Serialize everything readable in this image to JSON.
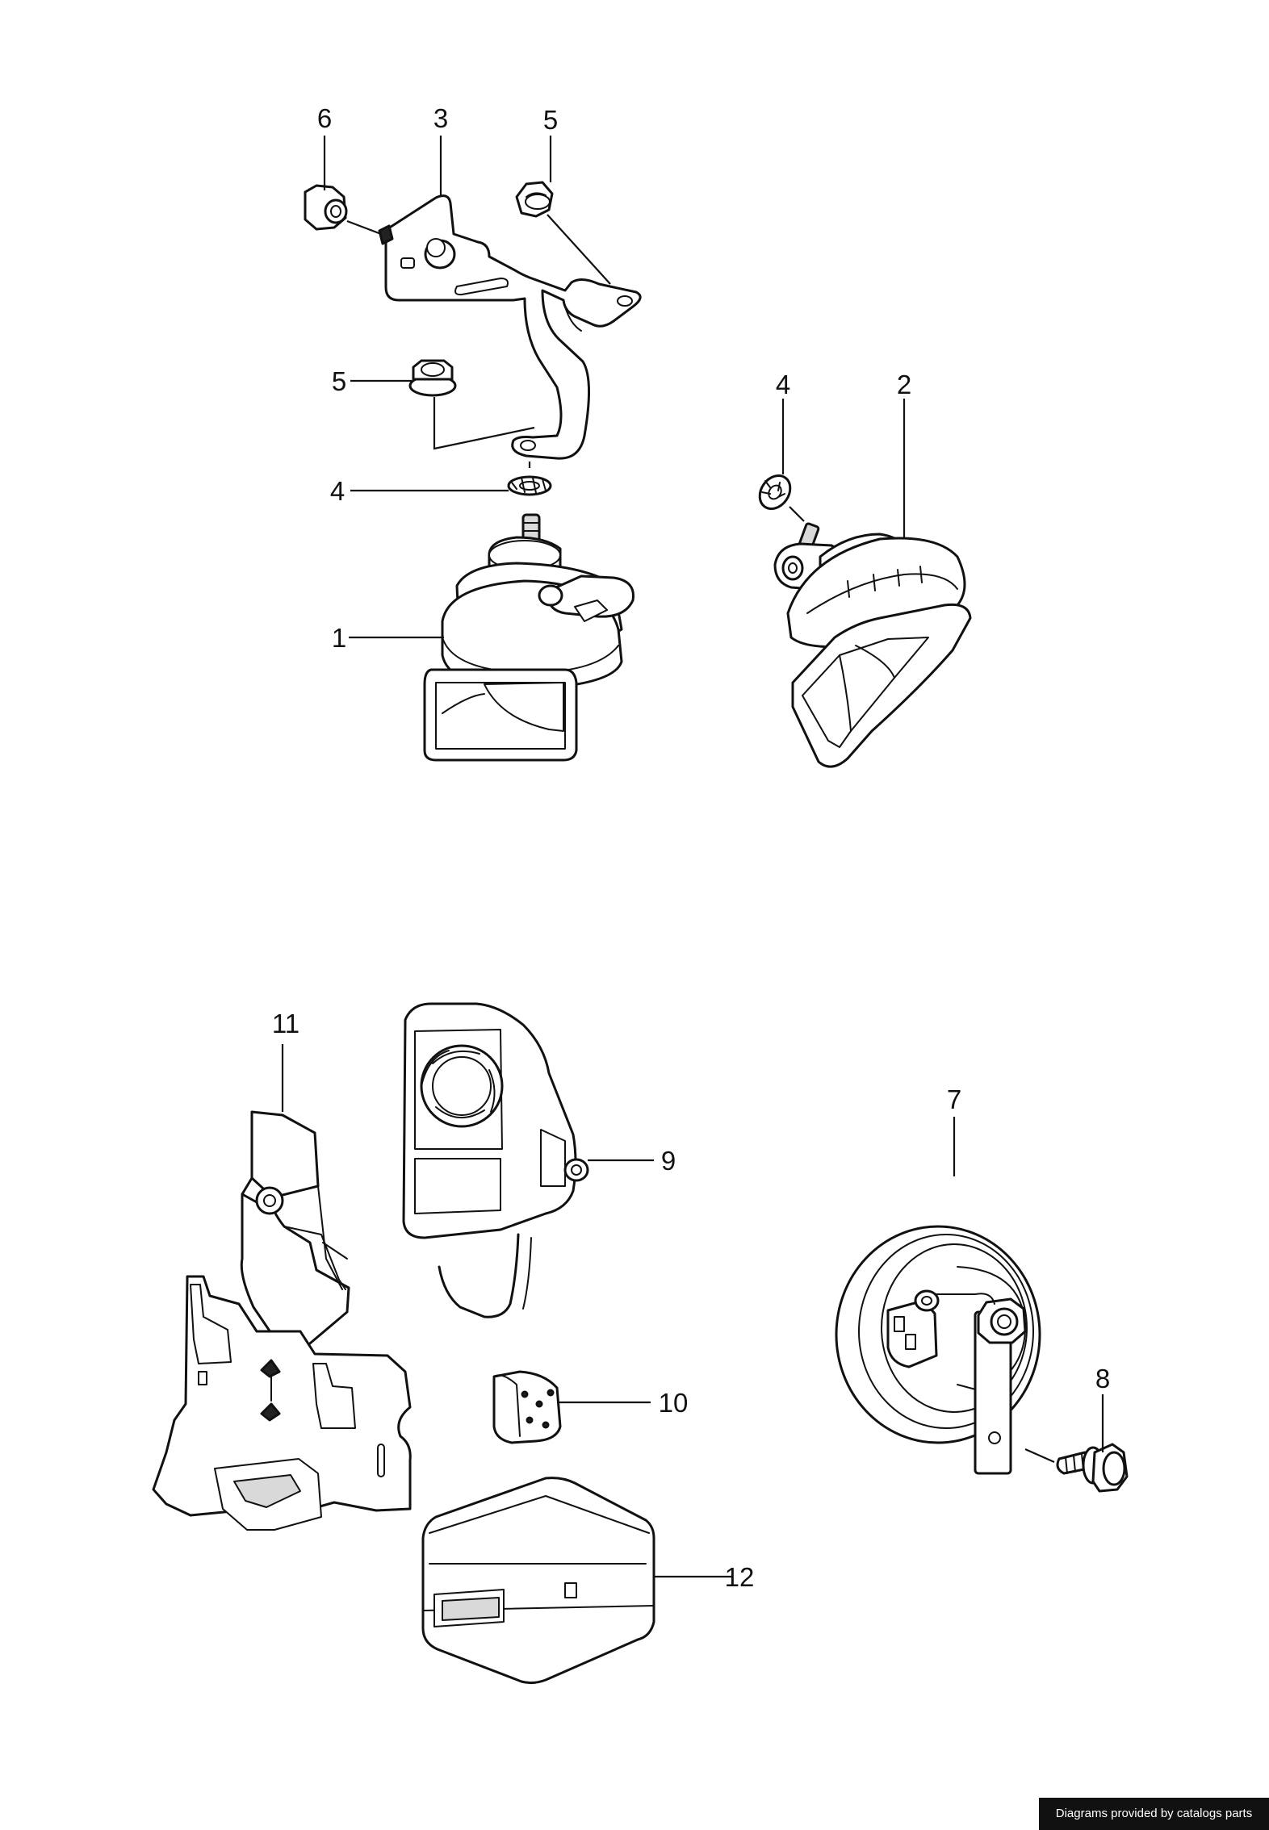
{
  "callouts": {
    "c1": "1",
    "c2": "2",
    "c3": "3",
    "c4a": "4",
    "c4b": "4",
    "c5a": "5",
    "c5b": "5",
    "c6": "6",
    "c7": "7",
    "c8": "8",
    "c9": "9",
    "c10": "10",
    "c11": "11",
    "c12": "12"
  },
  "credit": "Diagrams provided by catalogs parts"
}
